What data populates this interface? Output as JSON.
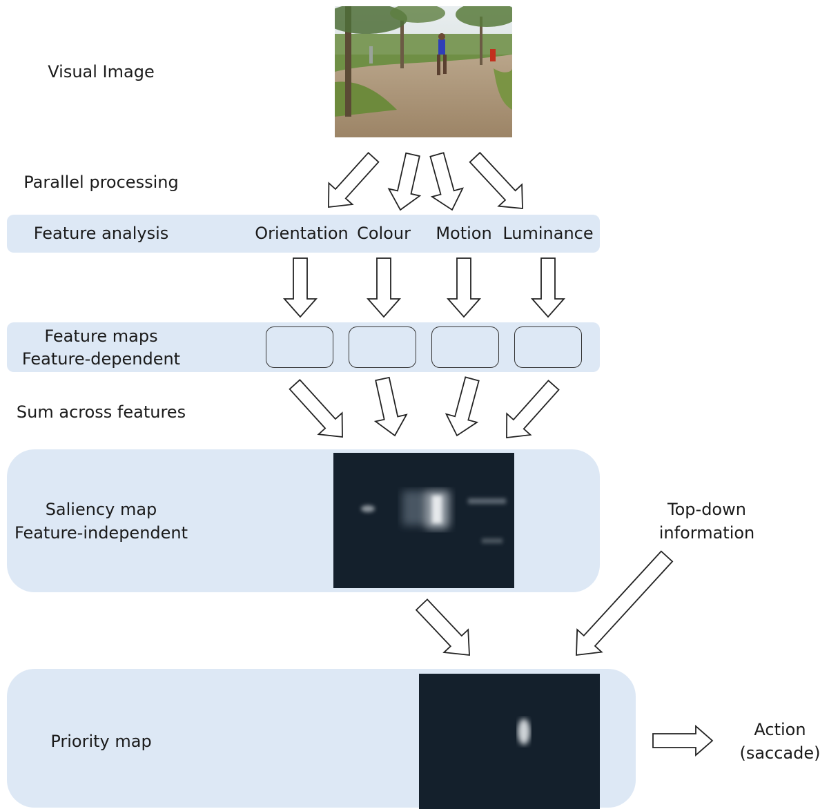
{
  "labels": {
    "visual_image": "Visual Image",
    "parallel_processing": "Parallel processing",
    "feature_analysis": "Feature analysis",
    "features": [
      "Orientation",
      "Colour",
      "Motion",
      "Luminance"
    ],
    "feature_maps_line1": "Feature maps",
    "feature_maps_line2": "Feature-dependent",
    "sum_across": "Sum across features",
    "saliency_line1": "Saliency map",
    "saliency_line2": "Feature-independent",
    "topdown_line1": "Top-down",
    "topdown_line2": "information",
    "priority_map": "Priority map",
    "action_line1": "Action",
    "action_line2": "(saccade)"
  },
  "colors": {
    "band": "#dde8f5",
    "map_background": "#14202c",
    "arrow_stroke": "#222222"
  },
  "icons": {
    "arrow": "hollow-block-arrow",
    "visual_image": "park-runner-photo",
    "saliency_map": "saliency-heatmap",
    "priority_map": "priority-heatmap"
  }
}
